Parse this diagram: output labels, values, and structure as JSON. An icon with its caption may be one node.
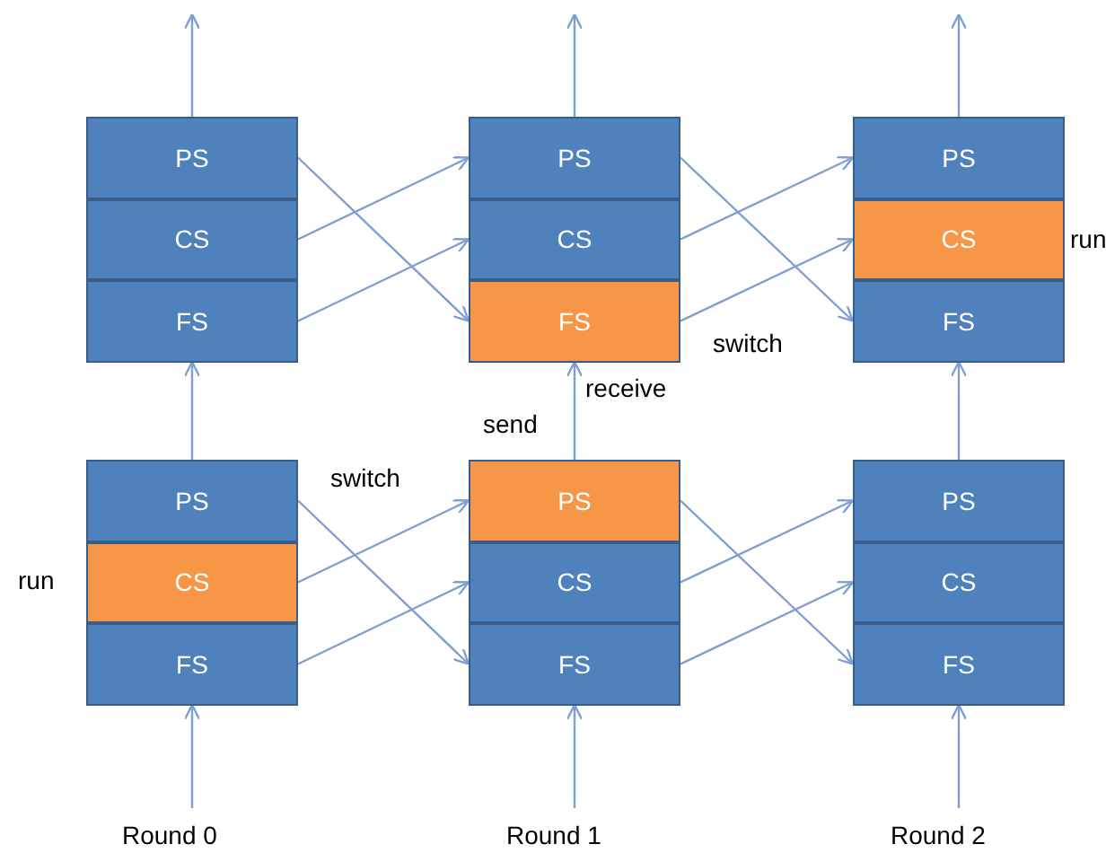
{
  "diagram": {
    "nodes": [
      {
        "text": [
          "PS"
        ]
      },
      {
        "text": [
          "CS"
        ]
      },
      {
        "text": [
          "FS"
        ]
      },
      {
        "text": [
          "PS"
        ]
      },
      {
        "text": [
          "CS"
        ]
      },
      {
        "text": [
          "FS"
        ]
      },
      {
        "text": [
          "PS"
        ]
      },
      {
        "text": [
          "CS"
        ]
      },
      {
        "text": [
          "FS"
        ]
      },
      {
        "text": [
          "PS"
        ]
      },
      {
        "text": [
          "CS"
        ]
      },
      {
        "text": [
          "FS"
        ]
      },
      {
        "text": [
          "PS"
        ]
      },
      {
        "text": [
          "CS"
        ]
      },
      {
        "text": [
          "FS"
        ]
      },
      {
        "text": [
          "PS"
        ]
      },
      {
        "text": [
          "CS"
        ]
      },
      {
        "text": [
          "FS"
        ]
      }
    ],
    "edges": [
      {
        "from": 0,
        "to": null,
        "arrow": "to"
      },
      {
        "from": 3,
        "to": null,
        "arrow": "to"
      },
      {
        "from": 6,
        "to": null,
        "arrow": "to"
      },
      {
        "from": 0,
        "to": 5,
        "arrow": "to"
      },
      {
        "from": 1,
        "to": 3,
        "arrow": "to"
      },
      {
        "from": 2,
        "to": 4,
        "arrow": "to"
      },
      {
        "from": 3,
        "to": 8,
        "arrow": "to"
      },
      {
        "from": 4,
        "to": 6,
        "arrow": "to"
      },
      {
        "from": 5,
        "to": 7,
        "arrow": "to"
      },
      {
        "from": 9,
        "to": 2,
        "arrow": "to"
      },
      {
        "from": 12,
        "to": 5,
        "arrow": "to"
      },
      {
        "from": 15,
        "to": 8,
        "arrow": "to"
      },
      {
        "from": 9,
        "to": 14,
        "arrow": "to"
      },
      {
        "from": 10,
        "to": 12,
        "arrow": "to"
      },
      {
        "from": 11,
        "to": 13,
        "arrow": "to"
      },
      {
        "from": 12,
        "to": 17,
        "arrow": "to"
      },
      {
        "from": 13,
        "to": 15,
        "arrow": "to"
      },
      {
        "from": 14,
        "to": 16,
        "arrow": "to"
      },
      {
        "from": null,
        "to": 11,
        "arrow": "to"
      },
      {
        "from": null,
        "to": 14,
        "arrow": "to"
      },
      {
        "from": null,
        "to": 17,
        "arrow": "to"
      }
    ],
    "labels": [
      "run",
      "switch",
      "receive",
      "send",
      "switch",
      "run",
      "Round 0",
      "Round 1",
      "Round 2"
    ]
  }
}
